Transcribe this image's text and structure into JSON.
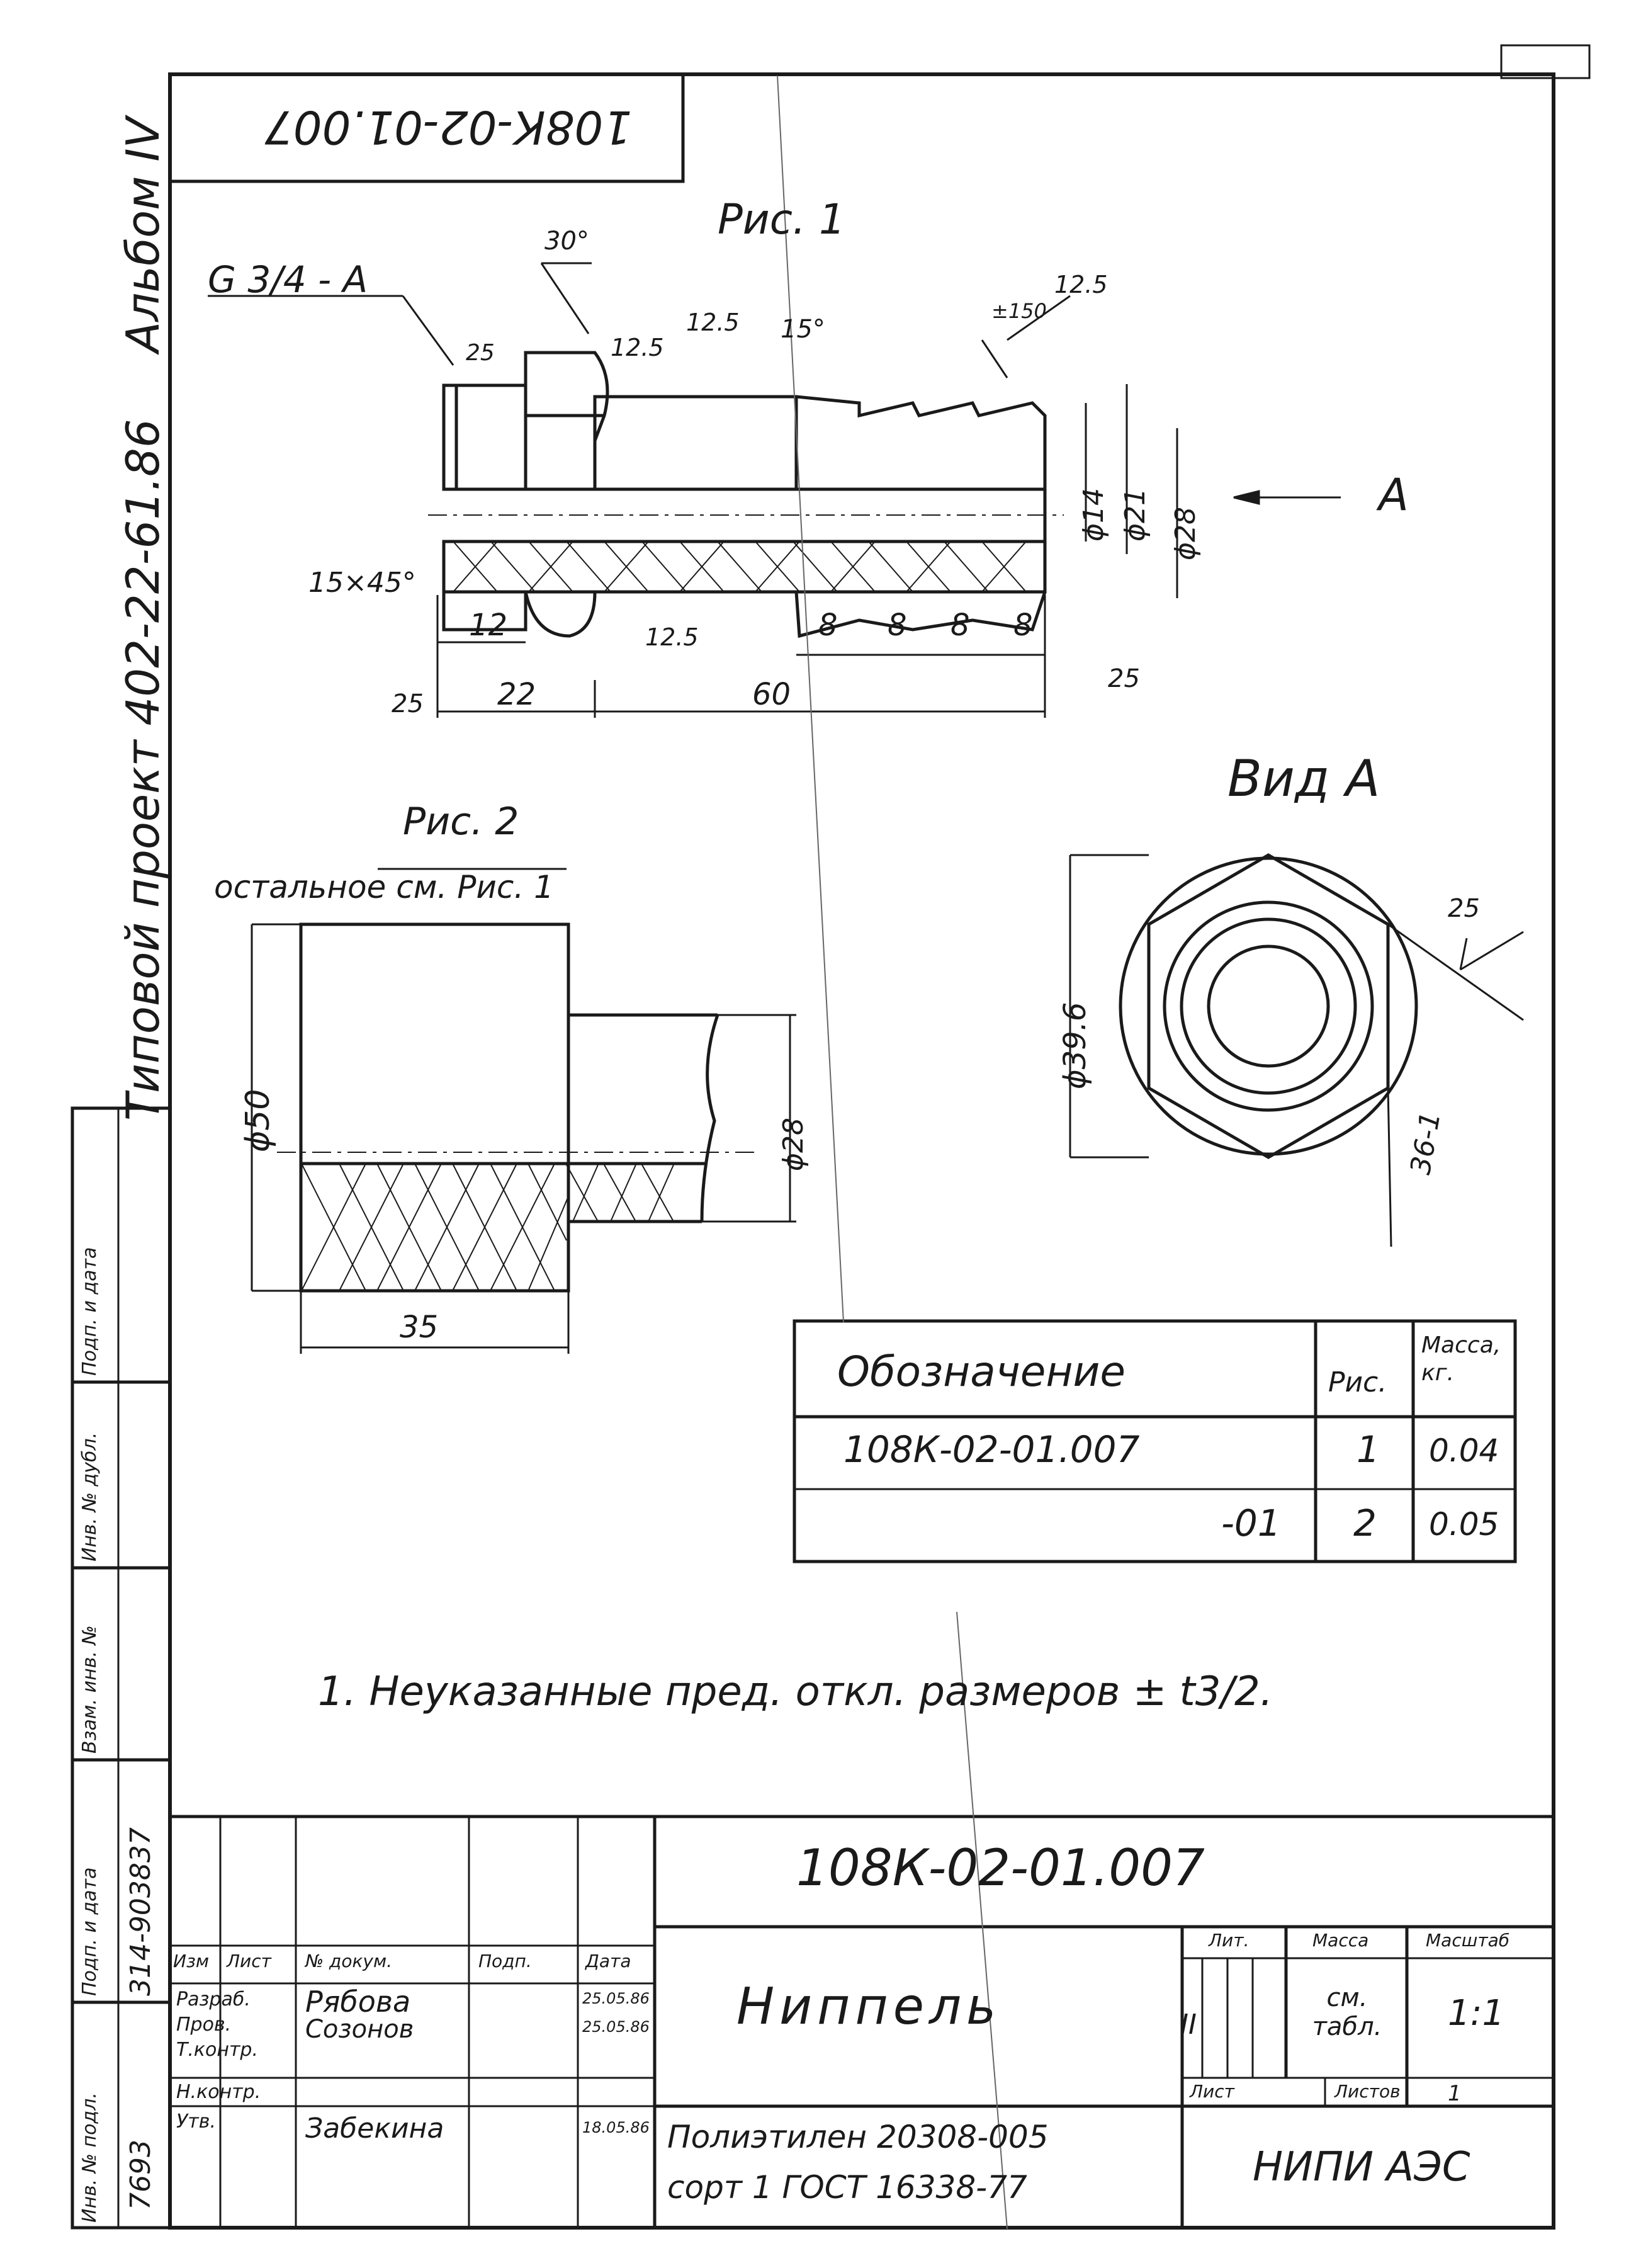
{
  "header": {
    "doc_number_rotated": "108К-02-01.007",
    "side_title": "Типовой проект 402-22-61.86",
    "album": "Альбом IV"
  },
  "fig1": {
    "title": "Рис. 1",
    "thread": "G 3/4 - A",
    "angle_30": "30°",
    "angle_15": "15°",
    "rough_125a": "12.5",
    "rough_125b": "12.5",
    "rough_125c": "12.5",
    "rough_125d": "12.5",
    "rough_25a": "25",
    "rough_25b": "25",
    "rough_25c": "25",
    "tol_150": "±150",
    "chamfer": "15×45°",
    "dim_12": "12",
    "dim_22": "22",
    "dim_60": "60",
    "dim_8a": "8",
    "dim_8b": "8",
    "dim_8c": "8",
    "dim_8d": "8",
    "d14": "ϕ14",
    "d21": "ϕ21",
    "d28": "ϕ28",
    "view_arrow": "A"
  },
  "fig2": {
    "title": "Рис. 2",
    "subtitle": "остальное см. Рис. 1",
    "d50": "ϕ50",
    "d28": "ϕ28",
    "dim_35": "35"
  },
  "view_a": {
    "title": "Вид А",
    "d396": "ϕ39.6",
    "s36": "36-1",
    "rough_25": "25"
  },
  "spec_table": {
    "headers": [
      "Обозначение",
      "Рис.",
      "Масса, кг."
    ],
    "rows": [
      [
        "108К-02-01.007",
        "1",
        "0.04"
      ],
      [
        "-01",
        "2",
        "0.05"
      ]
    ]
  },
  "note": "1. Неуказанные пред. откл. размеров ± t3/2.",
  "title_block": {
    "doc_number": "108К-02-01.007",
    "name": "Ниппель",
    "material_line1": "Полиэтилен 20308-005",
    "material_line2": "сорт 1 ГОСТ 16338-77",
    "org": "НИПИ АЭС",
    "lit_header": "Лит.",
    "mass_header": "Масса",
    "scale_header": "Масштаб",
    "lit_value": "II",
    "mass_value": "см. табл.",
    "scale_value": "1:1",
    "sheet_header": "Лист",
    "sheets_header": "Листов",
    "sheets_value": "1",
    "col_headers": [
      "Изм",
      "Лист",
      "№ докум.",
      "Подп.",
      "Дата"
    ],
    "roles": [
      "Разраб.",
      "Пров.",
      "Т.контр.",
      "Н.контр.",
      "Утв."
    ],
    "names": [
      "Рябова",
      "Созонов",
      "",
      "Забекина",
      ""
    ],
    "dates": [
      "25.05.86",
      "25.05.86",
      "",
      "18.05.86",
      ""
    ]
  },
  "left_strip": {
    "labels": [
      "Инв. № подл.",
      "Подп. и дата",
      "Взам. инв. №",
      "Инв. № дубл.",
      "Подп. и дата"
    ],
    "inv_value": "7693",
    "sign_value": "314-903837"
  }
}
